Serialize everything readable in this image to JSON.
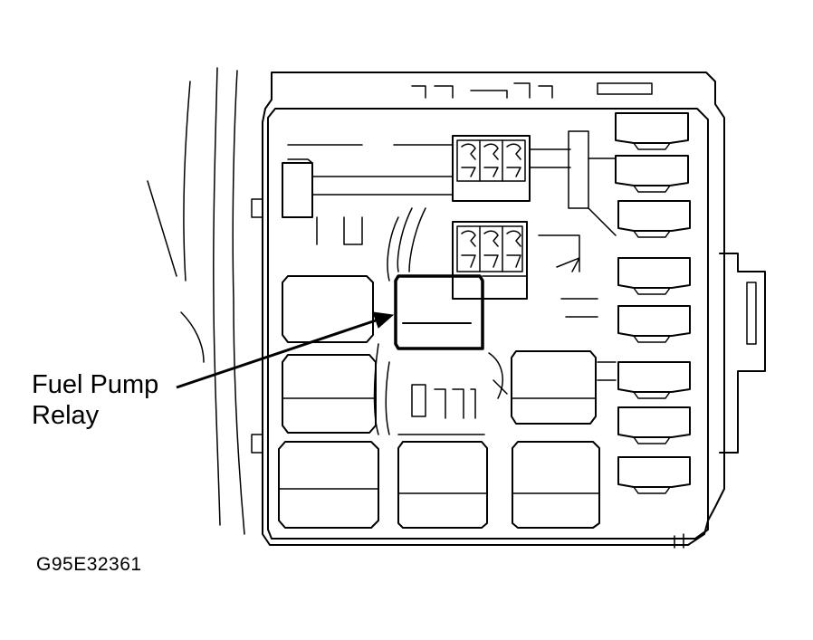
{
  "callout": {
    "line1": "Fuel Pump",
    "line2": "Relay"
  },
  "figure_code": "G95E32361",
  "colors": {
    "ink": "#000000",
    "background": "#ffffff"
  }
}
